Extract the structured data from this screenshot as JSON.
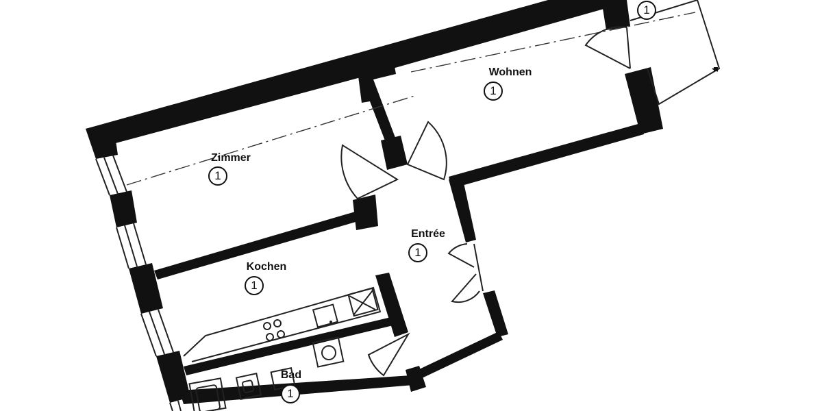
{
  "rooms": {
    "zimmer": {
      "label": "Zimmer",
      "badge": "1"
    },
    "wohnen": {
      "label": "Wohnen",
      "badge": "1"
    },
    "entree": {
      "label": "Entrée",
      "badge": "1"
    },
    "kochen": {
      "label": "Kochen",
      "badge": "1"
    },
    "bad": {
      "label": "Bad",
      "badge": "1"
    },
    "balkon": {
      "badge": "1"
    }
  }
}
